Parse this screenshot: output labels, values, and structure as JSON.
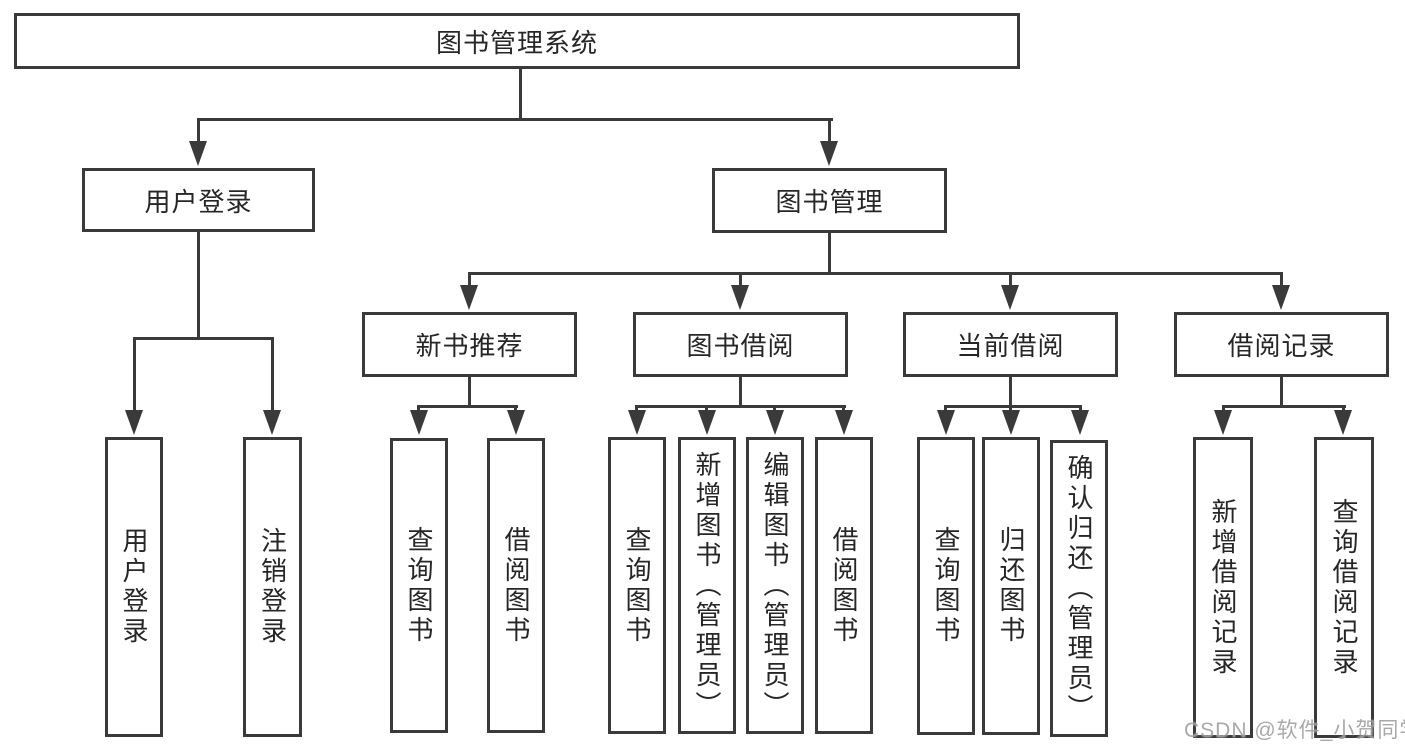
{
  "watermark": "CSDN @软件_小贺同学",
  "colors": {
    "line": "#3a3a3a",
    "text": "#262626",
    "watermark": "#969696",
    "background": "#ffffff"
  },
  "tree": {
    "label": "图书管理系统",
    "children": [
      {
        "label": "用户登录",
        "children": [
          {
            "label": "用户登录"
          },
          {
            "label": "注销登录"
          }
        ]
      },
      {
        "label": "图书管理",
        "children": [
          {
            "label": "新书推荐",
            "children": [
              {
                "label": "查询图书"
              },
              {
                "label": "借阅图书"
              }
            ]
          },
          {
            "label": "图书借阅",
            "children": [
              {
                "label": "查询图书"
              },
              {
                "label": "新增图书（管理员）"
              },
              {
                "label": "编辑图书（管理员）"
              },
              {
                "label": "借阅图书"
              }
            ]
          },
          {
            "label": "当前借阅",
            "children": [
              {
                "label": "查询图书"
              },
              {
                "label": "归还图书"
              },
              {
                "label": "确认归还（管理员）"
              }
            ]
          },
          {
            "label": "借阅记录",
            "children": [
              {
                "label": "新增借阅记录"
              },
              {
                "label": "查询借阅记录"
              }
            ]
          }
        ]
      }
    ]
  }
}
